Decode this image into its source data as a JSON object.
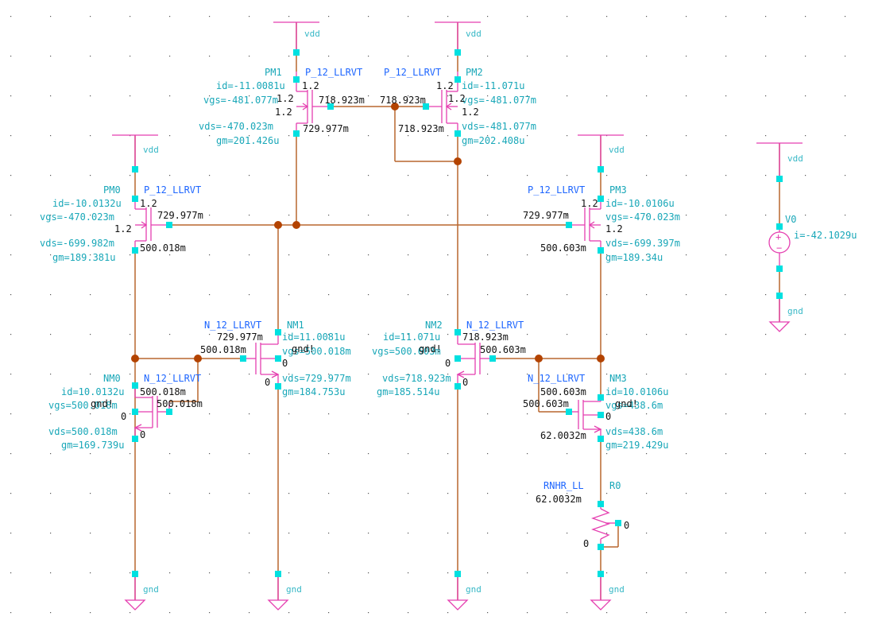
{
  "nets": {
    "vdd": "vdd",
    "gnd": "gnd"
  },
  "devices": {
    "PM1": {
      "name": "PM1",
      "model": "P_12_LLRVT",
      "id": "id=-11.0081u",
      "vgs": "vgs=-481.077m",
      "vds": "vds=-470.023m",
      "gm": "gm=201.426u",
      "w1": "1.2",
      "w2": "1.2",
      "w3": "1.2",
      "gate_v": "718.923m",
      "drain_v": "729.977m"
    },
    "PM2": {
      "name": "PM2",
      "model": "P_12_LLRVT",
      "id": "id=-11.071u",
      "vgs": "vgs=-481.077m",
      "vds": "vds=-481.077m",
      "gm": "gm=202.408u",
      "w1": "1.2",
      "w2": "1.2",
      "w3": "1.2",
      "gate_v": "718.923m",
      "drain_v": "718.923m"
    },
    "PM0": {
      "name": "PM0",
      "model": "P_12_LLRVT",
      "id": "id=-10.0132u",
      "vgs": "vgs=-470.023m",
      "vds": "vds=-699.982m",
      "gm": "gm=189.381u",
      "w1": "1.2",
      "w2": "1.2",
      "gate_v": "729.977m",
      "drain_v": "500.018m"
    },
    "PM3": {
      "name": "PM3",
      "model": "P_12_LLRVT",
      "id": "id=-10.0106u",
      "vgs": "vgs=-470.023m",
      "vds": "vds=-699.397m",
      "gm": "gm=189.34u",
      "w1": "1.2",
      "w2": "1.2",
      "gate_v": "729.977m",
      "drain_v": "500.603m"
    },
    "NM1": {
      "name": "NM1",
      "model": "N_12_LLRVT",
      "id": "id=11.0081u",
      "vgs": "vgs=500.018m",
      "vds": "vds=729.977m",
      "gm": "gm=184.753u",
      "drain_v": "729.977m",
      "gate_v": "500.018m",
      "sub": "gnd!",
      "src": "0",
      "b": "0"
    },
    "NM2": {
      "name": "NM2",
      "model": "N_12_LLRVT",
      "id": "id=11.071u",
      "vgs": "vgs=500.603m",
      "vds": "vds=718.923m",
      "gm": "gm=185.514u",
      "drain_v": "718.923m",
      "gate_v": "500.603m",
      "sub": "gnd!",
      "src": "0",
      "b": "0"
    },
    "NM0": {
      "name": "NM0",
      "model": "N_12_LLRVT",
      "id": "id=10.0132u",
      "vgs": "vgs=500.018m",
      "vds": "vds=500.018m",
      "gm": "gm=169.739u",
      "drain_v": "500.018m",
      "gate_v": "500.018m",
      "sub": "gnd!",
      "src": "0",
      "b": "0"
    },
    "NM3": {
      "name": "NM3",
      "model": "N_12_LLRVT",
      "id": "id=10.0106u",
      "vgs": "vgs=438.6m",
      "vds": "vds=438.6m",
      "gm": "gm=219.429u",
      "drain_v": "500.603m",
      "gate_v": "500.603m",
      "src_v": "62.0032m",
      "sub": "gnd!",
      "b": "0"
    },
    "R0": {
      "name": "R0",
      "model": "RNHR_LL",
      "top_v": "62.0032m",
      "bot_v": "0",
      "sub": "0"
    },
    "V0": {
      "name": "V0",
      "i": "i=-42.1029u"
    }
  },
  "colors": {
    "background": "#ffffff",
    "wire": "#b8672e",
    "device": "#e53fb0",
    "pin": "#00e0e0",
    "junction": "#b34300",
    "instance_label": "#1e66ff",
    "param_label": "#18a7b8",
    "net_label": "#37b8c6"
  }
}
